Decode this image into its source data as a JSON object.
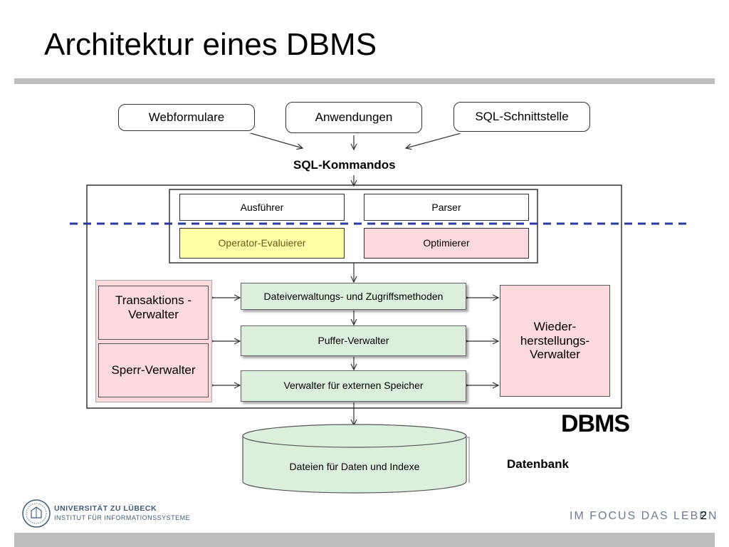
{
  "slide": {
    "title": "Architektur eines DBMS",
    "page_number": "2"
  },
  "inputs": {
    "webformulare": "Webformulare",
    "anwendungen": "Anwendungen",
    "sql_schnittstelle": "SQL-Schnittstelle"
  },
  "sql_kommandos": "SQL-Kommandos",
  "query_processing": {
    "ausfuehrer": "Ausführer",
    "parser": "Parser",
    "operator_evaluierer": "Operator-Evaluierer",
    "optimierer": "Optimierer"
  },
  "storage": {
    "dateiverwaltung": "Dateiverwaltungs- und Zugriffsmethoden",
    "puffer_verwalter": "Puffer-Verwalter",
    "externer_speicher": "Verwalter für externen Speicher"
  },
  "transaktionen": {
    "transaktions_verwalter": "Transaktions - Verwalter",
    "sperr_verwalter": "Sperr-Verwalter"
  },
  "wiederherstellung": "Wieder-herstellungs-Verwalter",
  "dbms_label": "DBMS",
  "database": {
    "content": "Dateien für Daten und Indexe",
    "label": "Datenbank"
  },
  "footer": {
    "university": "UNIVERSITÄT ZU LÜBECK",
    "institute": "INSTITUT FÜR INFORMATIONSSYSTEME",
    "slogan": "IM FOCUS DAS LEBEN"
  },
  "colors": {
    "operator_evaluierer_fill": "#ffffa6",
    "pink_fill": "#fcd9dc",
    "green_fill": "#dcefdc",
    "dashed_line": "#2b3a9c",
    "rule_gray": "#bdbdbd"
  }
}
